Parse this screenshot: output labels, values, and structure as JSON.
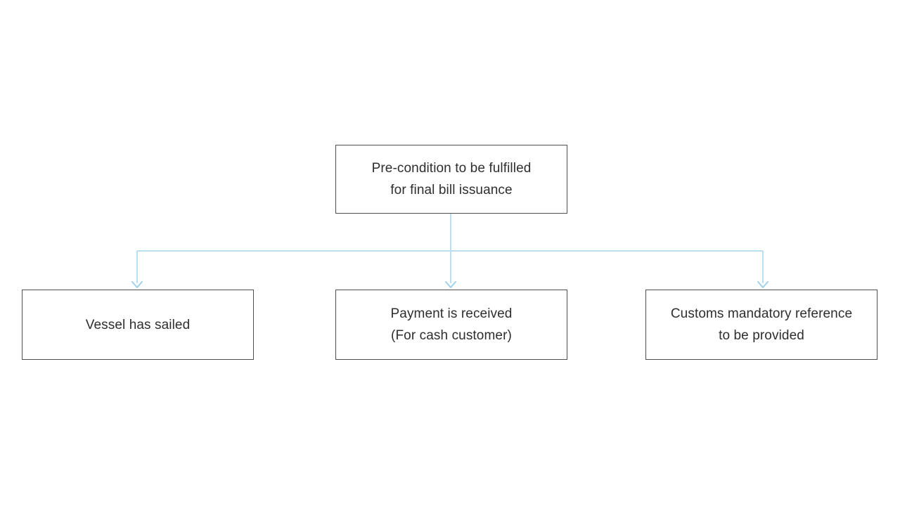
{
  "colors": {
    "background": "#ffffff",
    "connector": "#b9dff2",
    "arrow": "#9ed1ec",
    "box_border": "#4f4f4f",
    "text": "#2e2e2e"
  },
  "flowchart": {
    "root": {
      "label": "Pre-condition to be fulfilled\nfor final bill issuance"
    },
    "children": [
      {
        "label": "Vessel has sailed"
      },
      {
        "label": "Payment is received\n(For cash customer)"
      },
      {
        "label": "Customs mandatory reference\nto be provided"
      }
    ]
  }
}
